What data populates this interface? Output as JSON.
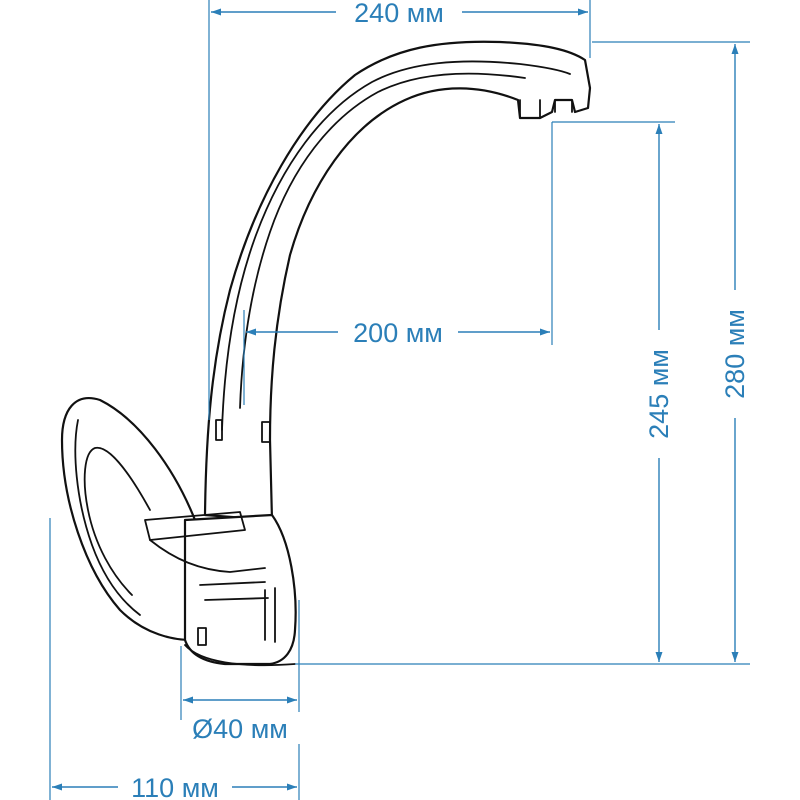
{
  "diagram": {
    "accent_color": "#2b7fb8",
    "line_color": "#111111",
    "dimensions": {
      "overall_reach": "240 мм",
      "spout_reach": "200 мм",
      "spout_height": "245 мм",
      "overall_height": "280 мм",
      "base_diameter": "Ø40 мм",
      "handle_depth": "110 мм"
    }
  }
}
